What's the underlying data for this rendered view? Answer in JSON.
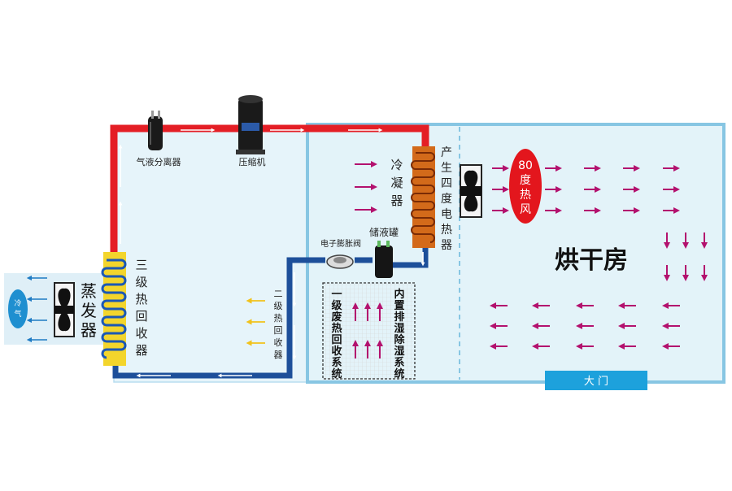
{
  "labels": {
    "gas_liquid_separator": "气液分离器",
    "compressor": "压缩机",
    "condenser": "冷凝器",
    "electric_heater": "产生四度电热器",
    "receiver": "储液罐",
    "expansion_valve": "电子膨胀阀",
    "evaporator": "蒸发器",
    "third_stage_recovery": "三级热回收器",
    "second_stage_recovery": "二级热回收器",
    "first_stage_recovery": "一级废热回收系统",
    "dehumidify_system": "内置排湿除湿系统",
    "hot_air_number": "80",
    "hot_air_text": "度热风",
    "drying_room": "烘干房",
    "gate": "大 门",
    "cold_air": "冷气"
  },
  "colors": {
    "hot_pipe": "#e41e25",
    "cold_pipe": "#1d4f9a",
    "room_fill": "#e3f3f9",
    "room_border": "#87c6e3",
    "coil_copper": "#d36a1a",
    "coil_blue": "#1b58b5",
    "coil_yellow": "#f3d52c",
    "arrow_magenta": "#b3116e",
    "arrow_yellow": "#f1c21b",
    "arrow_blue": "#1f7bc4",
    "badge_red": "#e3161d",
    "gate_blue": "#1da1dc"
  }
}
